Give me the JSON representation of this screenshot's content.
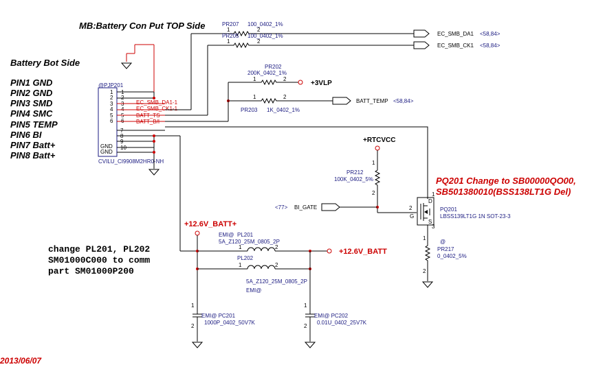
{
  "titles": {
    "mb_top": "MB:Battery Con Put TOP Side",
    "bot_side": "Battery  Bot Side"
  },
  "pin_list": [
    "PIN1 GND",
    "PIN2 GND",
    "PIN3 SMD",
    "PIN4 SMC",
    "PIN5 TEMP",
    "PIN6 BI",
    "PIN7 Batt+",
    "PIN8 Batt+"
  ],
  "connector": {
    "ref": "@PJP201",
    "part": "CVILU_CI9908M2HR0-NH",
    "pins": [
      "1",
      "2",
      "3",
      "4",
      "5",
      "6",
      "7",
      "8",
      "9",
      "10"
    ],
    "gnd_labels": [
      "GND",
      "GND"
    ],
    "nets": [
      "EC_SMB_DA1-1",
      "EC_SMB_CK1-1",
      "BATT_TS",
      "BATT_B/I"
    ]
  },
  "resistors": {
    "pr207": {
      "ref": "PR207",
      "value": "100_0402_1%",
      "p1": "1",
      "p2": "2"
    },
    "pr205": {
      "ref": "PR205",
      "value": "100_0402_1%",
      "p1": "1",
      "p2": "2"
    },
    "pr202": {
      "ref": "PR202",
      "value": "200K_0402_1%",
      "p1": "1",
      "p2": "2"
    },
    "pr203": {
      "ref": "PR203",
      "value": "1K_0402_1%",
      "p1": "1",
      "p2": "2"
    },
    "pr212": {
      "ref": "PR212",
      "value": "100K_0402_5%",
      "p1": "1",
      "p2": "2"
    },
    "pr217": {
      "ref": "PR217",
      "value": "0_0402_5%",
      "at": "@",
      "p1": "1",
      "p2": "2"
    }
  },
  "offpage": {
    "ec_da": "EC_SMB_DA1",
    "ec_da_ref": "<58,84>",
    "ec_ck": "EC_SMB_CK1",
    "ec_ck_ref": "<58,84>",
    "batt_temp": "BATT_TEMP",
    "batt_temp_ref": "<58,84>",
    "bi_gate": "BI_GATE",
    "bi_gate_ref": "<77>"
  },
  "power": {
    "vlp": "+3VLP",
    "rtcvcc": "+RTCVCC",
    "batt_plus": "+12.6V_BATT+",
    "batt": "+12.6V_BATT"
  },
  "mosfet": {
    "ref": "PQ201",
    "part": "LBSS139LT1G 1N SOT-23-3",
    "d": "D",
    "g": "G",
    "s": "S",
    "pin_d": "1",
    "pin_g": "2",
    "pin_s": "3"
  },
  "inductors": {
    "pl201_emi": "EMI@",
    "pl201": "PL201",
    "pl201_val": "5A_Z120_25M_0805_2P",
    "pl202": "PL202",
    "pl202_val": "5A_Z120_25M_0805_2P",
    "pl202_emi": "EMI@",
    "p1": "1",
    "p2": "2"
  },
  "capacitors": {
    "pc201_ref": "EMI@ PC201",
    "pc201_val": "1000P_0402_50V7K",
    "pc202_ref": "EMI@ PC202",
    "pc202_val": "0.01U_0402_25V7K",
    "p1": "1",
    "p2": "2"
  },
  "notes": {
    "pq201_line1": "PQ201 Change to SB00000QO00,",
    "pq201_line2": "SB501380010(BSS138LT1G Del)",
    "pl_line1": "change PL201, PL202",
    "pl_line2": "SM01000C000 to comm",
    "pl_line3": "part SM01000P200",
    "date": "2013/06/07"
  },
  "colors": {
    "net_red": "#cc0000",
    "text_navy": "#1a1a80",
    "wire": "#000000"
  }
}
